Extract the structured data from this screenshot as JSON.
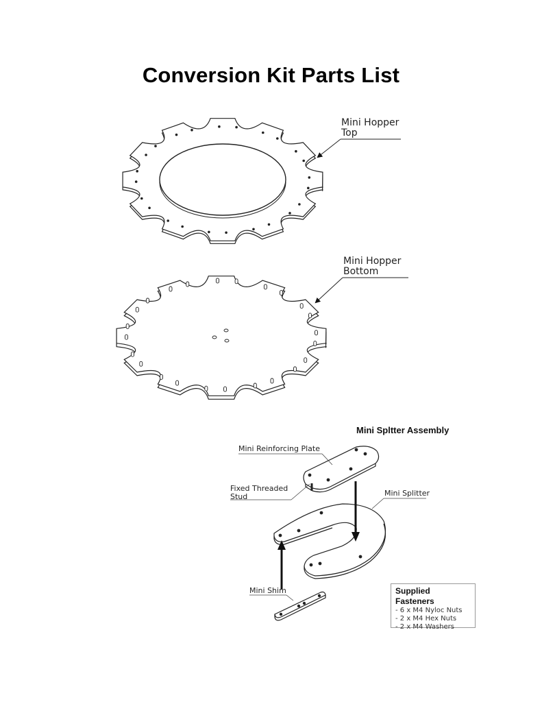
{
  "title": "Conversion Kit Parts List",
  "labels": {
    "hopper_top": [
      "Mini Hopper",
      "Top"
    ],
    "hopper_bottom": [
      "Mini Hopper",
      "Bottom"
    ],
    "assembly_title": "Mini Spltter Assembly",
    "reinforcing_plate": "Mini Reinforcing Plate",
    "threaded_stud": [
      "Fixed Threaded",
      "Stud"
    ],
    "splitter": "Mini Splitter",
    "shim": "Mini Shim"
  },
  "fasteners": {
    "title": "Supplied Fasteners",
    "items": [
      "- 6 x M4 Nyloc Nuts",
      "- 2 x M4 Hex Nuts",
      "- 2 x M4 Washers"
    ]
  }
}
